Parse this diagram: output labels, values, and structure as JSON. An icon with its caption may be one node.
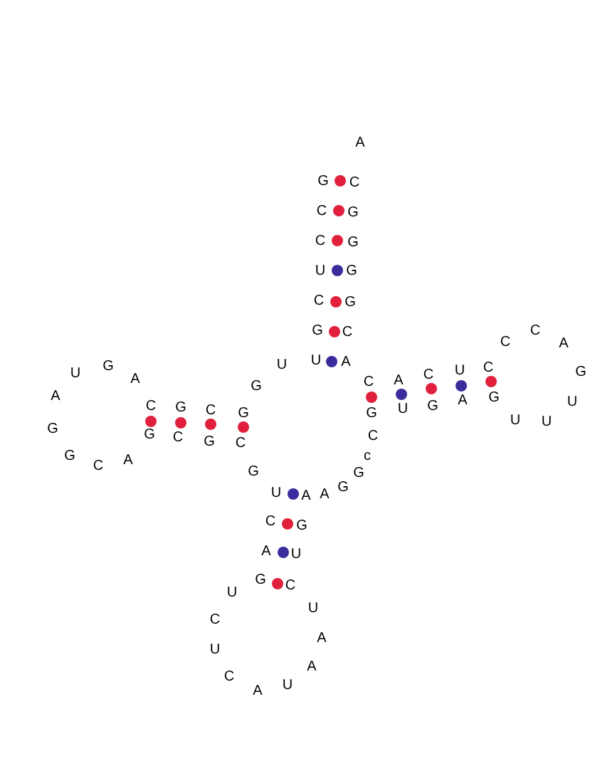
{
  "diagram": {
    "labels": [
      "A",
      "G",
      "C",
      "C",
      "G",
      "C",
      "G",
      "U",
      "G",
      "C",
      "G",
      "G",
      "C",
      "C",
      "C",
      "A",
      "G",
      "U",
      "U",
      "A",
      "C",
      "U",
      "C",
      "U",
      "G",
      "A",
      "G",
      "C",
      "A",
      "A",
      "A",
      "G",
      "U",
      "C",
      "G",
      "C",
      "G",
      "G",
      "U",
      "G",
      "U",
      "U",
      "G",
      "G",
      "C",
      "G",
      "C",
      "C",
      "G",
      "C",
      "A",
      "c",
      "G",
      "G",
      "U",
      "A",
      "A",
      "G",
      "C",
      "G",
      "A",
      "U",
      "G",
      "C",
      "U",
      "U",
      "C",
      "A",
      "U",
      "A",
      "C",
      "A",
      "U"
    ]
  }
}
